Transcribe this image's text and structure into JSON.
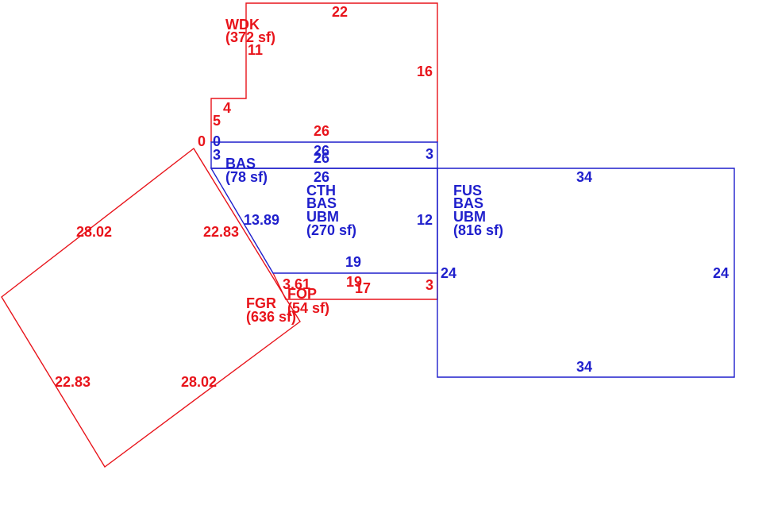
{
  "colors": {
    "red": "#e8141b",
    "blue": "#1f1fcc"
  },
  "areas": {
    "wdk": {
      "code": "WDK",
      "area": "(372 sf)"
    },
    "bas_small": {
      "code": "BAS",
      "area": "(78 sf)"
    },
    "cth": {
      "line1": "CTH",
      "line2": "BAS",
      "line3": "UBM",
      "area": "(270 sf)"
    },
    "fus": {
      "line1": "FUS",
      "line2": "BAS",
      "line3": "UBM",
      "area": "(816 sf)"
    },
    "fgr": {
      "code": "FGR",
      "area": "(636 sf)"
    },
    "fop": {
      "code": "FOP",
      "area": "(54 sf)"
    }
  },
  "dimensions": {
    "wdk_top": "22",
    "wdk_step_top": "11",
    "wdk_right": "16",
    "wdk_step_side": "4",
    "wdk_left": "5",
    "wdk_bottom": "26",
    "zero_red": "0",
    "zero_blue": "0",
    "bas_left": "3",
    "bas_top": "26",
    "bas_bottom_a": "26",
    "bas_bottom_b": "26",
    "bas_right": "3",
    "cth_diag": "13.89",
    "cth_right": "12",
    "cth_bottom": "19",
    "fgr_top_left": "28.02",
    "fgr_top_right": "22.83",
    "fgr_bottom_left": "22.83",
    "fgr_bottom_right": "28.02",
    "fop_diag": "3.61",
    "fop_top": "19",
    "fop_bottom": "17",
    "fop_right": "3",
    "fus_top": "34",
    "fus_bottom": "34",
    "fus_left": "24",
    "fus_right": "24"
  }
}
